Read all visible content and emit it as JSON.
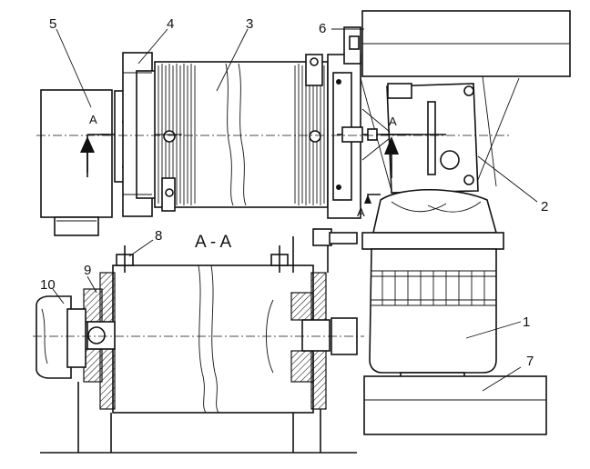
{
  "drawing": {
    "section_title": "A - A",
    "section_marks": [
      "A",
      "A",
      "A"
    ],
    "callouts": [
      "1",
      "2",
      "3",
      "4",
      "5",
      "6",
      "7",
      "8",
      "9",
      "10"
    ]
  }
}
